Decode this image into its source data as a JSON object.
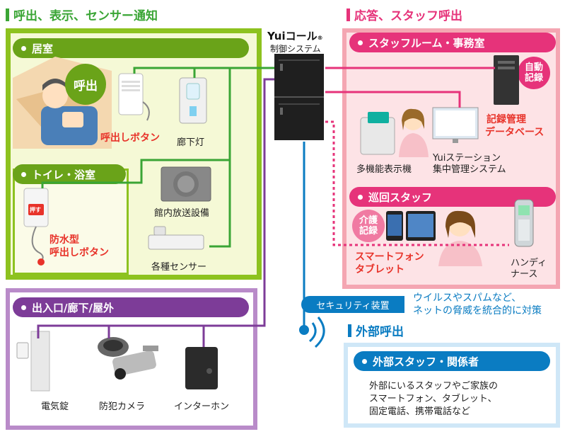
{
  "left_title": "呼出、表示、センサー通知",
  "right_title": "応答、スタッフ呼出",
  "controller": {
    "brand": "Yuiコール",
    "reg": "®",
    "sub": "制御システム"
  },
  "room": {
    "header": "居室",
    "call_bubble": "呼出",
    "call_button_label": "呼出しボタン",
    "corridor_light_label": "廊下灯"
  },
  "toilet": {
    "header": "トイレ・浴室",
    "waterproof_label_1": "防水型",
    "waterproof_label_2": "呼出しボタン",
    "button_text": "押す"
  },
  "pa_label": "館内放送設備",
  "sensors_label": "各種センサー",
  "entrance": {
    "header": "出入口/廊下/屋外",
    "items": [
      "電気錠",
      "防犯カメラ",
      "インターホン"
    ]
  },
  "staff_room": {
    "header": "スタッフルーム・事務室",
    "auto_record_1": "自動",
    "auto_record_2": "記録",
    "db_label_1": "記録管理",
    "db_label_2": "データベース",
    "phone_label": "多機能表示機",
    "station_label_1": "Yuiステーション",
    "station_label_2": "集中管理システム"
  },
  "patrol": {
    "header": "巡回スタッフ",
    "care_record_1": "介護",
    "care_record_2": "記録",
    "smart_label_1": "スマートフォン",
    "smart_label_2": "タブレット",
    "handy_label_1": "ハンディ",
    "handy_label_2": "ナース"
  },
  "security": {
    "tag": "セキュリティ装置",
    "desc_1": "ウイルスやスパムなど、",
    "desc_2": "ネットの脅威を統合的に対策"
  },
  "external": {
    "title": "外部呼出",
    "header": "外部スタッフ・関係者",
    "desc_1": "外部にいるスタッフやご家族の",
    "desc_2": "スマートフォン、タブレット、",
    "desc_3": "固定電話、携帯電話など"
  },
  "colors": {
    "green": "#8dc21f",
    "green_dark": "#6aa319",
    "green_line": "#3aa535",
    "pink": "#e6337a",
    "red": "#e8332a",
    "purple": "#7d3c98",
    "blue": "#0a7cc2",
    "blue_light": "#cfe7f7"
  }
}
